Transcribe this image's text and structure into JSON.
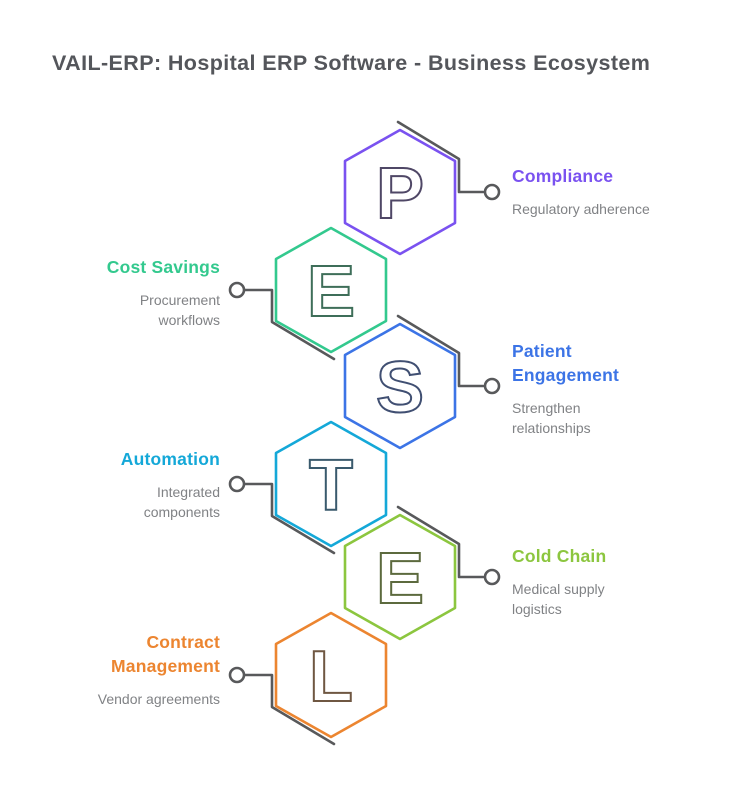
{
  "title": "VAIL-ERP: Hospital ERP Software - Business Ecosystem",
  "colors": {
    "background": "#ffffff",
    "title_text": "#54565b",
    "line_gray": "#58595b",
    "subtext": "#808285"
  },
  "items": [
    {
      "letter": "P",
      "side": "right",
      "color": "#7a52f0",
      "letter_color": "#4f4766",
      "heading": "Compliance",
      "heading_lines": [
        "Compliance"
      ],
      "sub": "Regulatory adherence",
      "sub_lines": [
        "Regulatory adherence"
      ]
    },
    {
      "letter": "E",
      "side": "left",
      "color": "#33c98e",
      "letter_color": "#3e6e59",
      "heading": "Cost Savings",
      "heading_lines": [
        "Cost Savings"
      ],
      "sub": "Procurement workflows",
      "sub_lines": [
        "Procurement",
        "workflows"
      ]
    },
    {
      "letter": "S",
      "side": "right",
      "color": "#3c74e6",
      "letter_color": "#404f72",
      "heading": "Patient Engagement",
      "heading_lines": [
        "Patient",
        "Engagement"
      ],
      "sub": "Strengthen relationships",
      "sub_lines": [
        "Strengthen",
        "relationships"
      ]
    },
    {
      "letter": "T",
      "side": "left",
      "color": "#14a8d8",
      "letter_color": "#3a5a6d",
      "heading": "Automation",
      "heading_lines": [
        "Automation"
      ],
      "sub": "Integrated components",
      "sub_lines": [
        "Integrated",
        "components"
      ]
    },
    {
      "letter": "E",
      "side": "right",
      "color": "#8cc63f",
      "letter_color": "#5c6a3e",
      "heading": "Cold Chain",
      "heading_lines": [
        "Cold Chain"
      ],
      "sub": "Medical supply logistics",
      "sub_lines": [
        "Medical supply",
        "logistics"
      ]
    },
    {
      "letter": "L",
      "side": "left",
      "color": "#ec8530",
      "letter_color": "#6f5742",
      "heading": "Contract Management",
      "heading_lines": [
        "Contract",
        "Management"
      ],
      "sub": "Vendor agreements",
      "sub_lines": [
        "Vendor agreements"
      ]
    }
  ]
}
